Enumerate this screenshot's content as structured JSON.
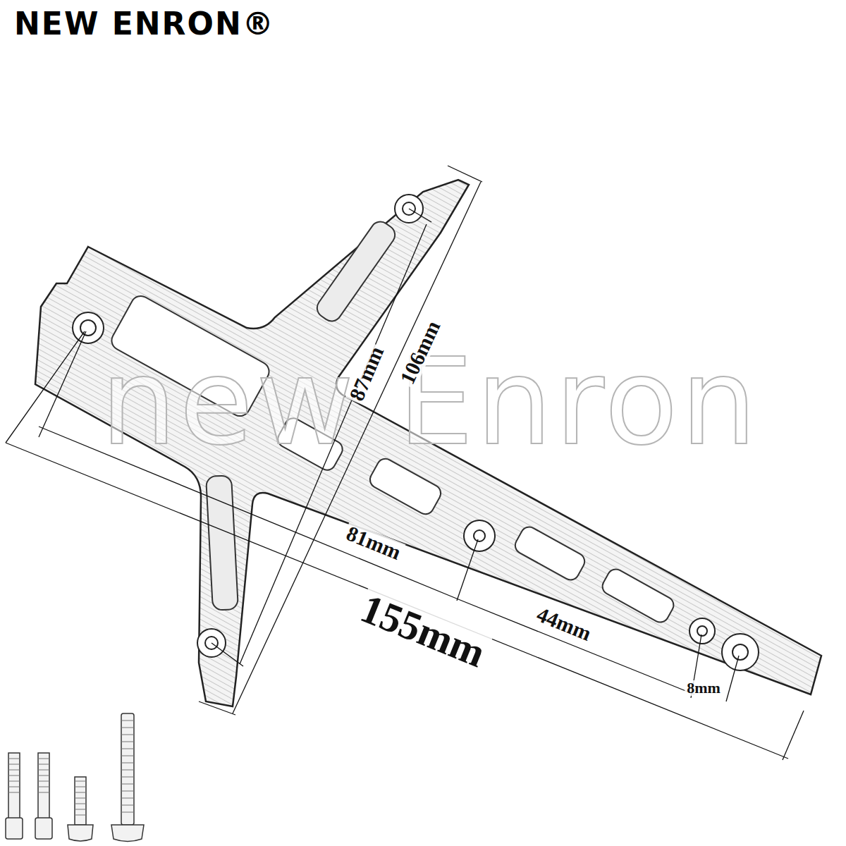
{
  "diagram": {
    "labels": [
      "NEW ENRON®",
      "new Enron",
      "87mm",
      "106mm",
      "81mm",
      "155mm",
      "44mm",
      "8mm"
    ]
  }
}
